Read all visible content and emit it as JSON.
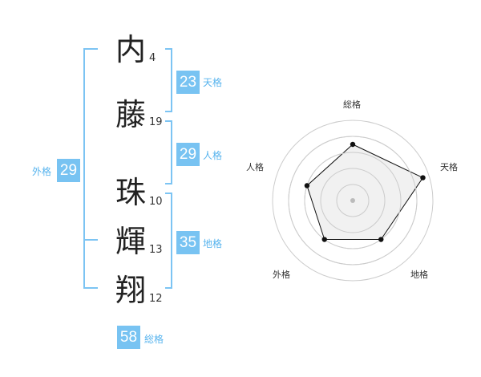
{
  "name": {
    "characters": [
      {
        "char": "内",
        "strokes": "4"
      },
      {
        "char": "藤",
        "strokes": "19"
      },
      {
        "char": "珠",
        "strokes": "10"
      },
      {
        "char": "輝",
        "strokes": "13"
      },
      {
        "char": "翔",
        "strokes": "12"
      }
    ]
  },
  "fortune": {
    "tenkaku": {
      "label": "天格",
      "value": "23"
    },
    "jinkaku": {
      "label": "人格",
      "value": "29"
    },
    "chikaku": {
      "label": "地格",
      "value": "35"
    },
    "gaikaku": {
      "label": "外格",
      "value": "29"
    },
    "soukaku": {
      "label": "総格",
      "value": "58"
    }
  },
  "radar": {
    "axes": [
      "総格",
      "天格",
      "地格",
      "外格",
      "人格"
    ],
    "levels": [
      0.7,
      0.92,
      0.6,
      0.6,
      0.6
    ],
    "rings": 5,
    "colors": {
      "fill": "#eeeeee",
      "ring": "#cccccc",
      "line": "#111111",
      "center": "#bbbbbb"
    }
  }
}
